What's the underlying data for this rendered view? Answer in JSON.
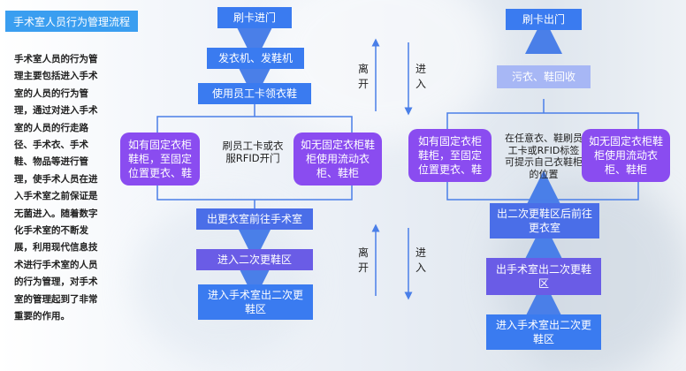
{
  "title": "手术室人员行为管理流程",
  "description": "手术室人员的行为管理主要包括进入手术室的人员的行为管理，通过对进入手术室的人员的行走路径、手术衣、手术鞋、物品等进行管理，使手术人员在进入手术室之前保证是无菌进入。随着数字化手术室的不断发展，利用现代信息技术进行手术室的人员的行为管理，对手术室的管理起到了非常重要的作用。",
  "entry_flow": {
    "swipe_in": "刷卡进门",
    "dispense": "发衣机、发鞋机",
    "use_card": "使用员工卡领衣鞋",
    "fixed_cabinet": "如有固定衣柜鞋柜，至固定位置更衣、鞋",
    "swipe_note": "刷员工卡或衣服RFID开门",
    "mobile_cabinet": "如无固定衣柜鞋柜使用流动衣柜、鞋柜",
    "exit_change_room": "出更衣室前往手术室",
    "second_room": "进入二次更鞋区",
    "to_or": "进入手术室出二次更鞋区"
  },
  "exit_flow": {
    "swipe_out": "刷卡出门",
    "recycle": "污衣、鞋回收",
    "fixed_cabinet": "如有固定衣柜鞋柜，至固定位置更衣、鞋",
    "rfid_note": "在任意衣、鞋刷员工卡或RFID标签可提示自己衣鞋柜的位置",
    "mobile_cabinet": "如无固定衣柜鞋柜使用流动衣柜、鞋柜",
    "leave_second": "出二次更鞋区后前往更衣室",
    "exit_or": "出手术室出二次更鞋区",
    "enter_or_exit_second": "进入手术室出二次更鞋区"
  },
  "direction_labels": {
    "leave": "离开",
    "enter": "进入"
  },
  "colors": {
    "title_bg": "#3a9ef0",
    "blue": "#3a7bf0",
    "purple": "#8a4cf0",
    "arrow": "#4a7fe8"
  }
}
